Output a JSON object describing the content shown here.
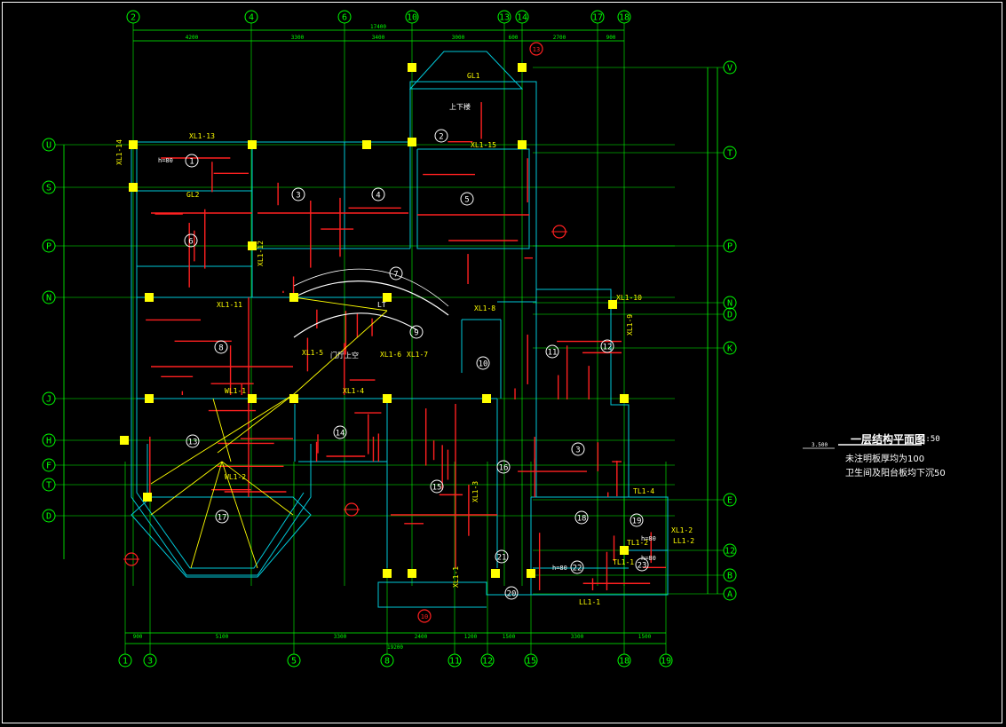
{
  "drawing": {
    "title": "一层结构平面图",
    "scale": "1:50",
    "notes": [
      "未注明板厚均为100",
      "卫生间及阳台板均下沉50"
    ],
    "level": "3.500",
    "colors": {
      "background": "#000000",
      "axis": "#00ff00",
      "wall": "#00c8d8",
      "rebar": "#ff2020",
      "label": "#ffff00",
      "text": "#ffffff",
      "column": "#ffff00"
    }
  },
  "top_axes": [
    "2",
    "4",
    "6",
    "10",
    "13",
    "14",
    "17",
    "18"
  ],
  "bottom_axes": [
    "1",
    "3",
    "5",
    "8",
    "11",
    "12",
    "15",
    "18",
    "19"
  ],
  "left_axes": [
    "U",
    "S",
    "P",
    "N",
    "J",
    "H",
    "F",
    "T",
    "D"
  ],
  "right_axes": [
    "V",
    "T",
    "P",
    "N",
    "D",
    "K",
    "E",
    "12",
    "B",
    "A"
  ],
  "top_dims": [
    "4200",
    "3300",
    "3400",
    "3000",
    "600",
    "2700",
    "900"
  ],
  "top_total": "17400",
  "bottom_dims": [
    "900",
    "5100",
    "3300",
    "2400",
    "1200",
    "1500",
    "3300",
    "1500"
  ],
  "bottom_total": "19200",
  "slab_numbers": [
    "1",
    "2",
    "3",
    "4",
    "5",
    "6",
    "7",
    "8",
    "9",
    "10",
    "11",
    "12",
    "13",
    "14",
    "15",
    "16",
    "3",
    "17",
    "18",
    "19",
    "20",
    "21",
    "22",
    "23"
  ],
  "beam_labels": [
    "XL1-13",
    "XL1-14",
    "GL2",
    "GL1",
    "XL1-15",
    "XL1-12",
    "XL1-11",
    "XL1-8",
    "XL1-10",
    "XL1-9",
    "XL1-5",
    "XL1-7",
    "XL1-6",
    "XL1-4",
    "WL1-1",
    "WL1-2",
    "XL1-3",
    "XL1-2",
    "XL1-1",
    "LL1-1",
    "LL1-2",
    "TL1-4",
    "TL1-1",
    "TL1-2",
    "LT",
    "门厅上空",
    "上下楼"
  ],
  "slab_thickness": [
    "h=80",
    "h=80",
    "h=80",
    "h=80"
  ],
  "detail_marks": [
    "13",
    "10"
  ]
}
